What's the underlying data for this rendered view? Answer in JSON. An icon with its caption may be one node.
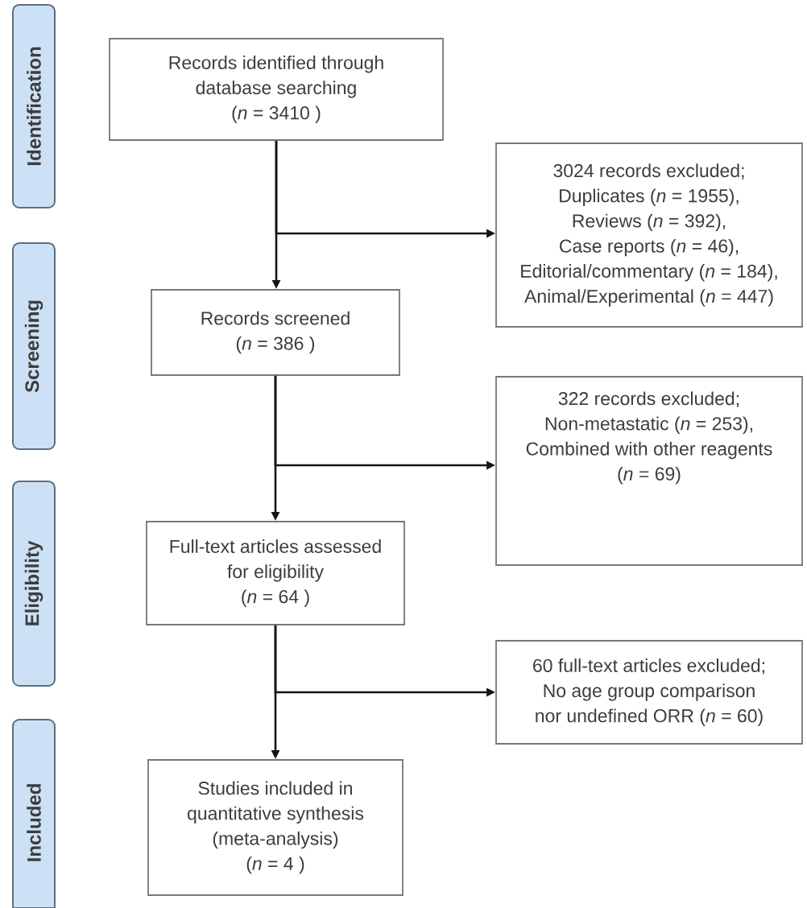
{
  "diagram": {
    "nodes": [
      {
        "text": [
          "Identification"
        ]
      },
      {
        "text": [
          "Records identified through database searching",
          "(*n* = 3410 )"
        ]
      },
      {
        "text": [
          "3024 records excluded;",
          "Duplicates (*n* = 1955),",
          "Reviews (*n* = 392),",
          "Case reports (*n* = 46),",
          "Editorial/commentary (*n* = 184),",
          "Animal/Experimental (*n* = 447)"
        ]
      },
      {
        "text": [
          "Screening"
        ]
      },
      {
        "text": [
          "Records screened",
          "(*n* = 386 )"
        ]
      },
      {
        "text": [
          "322 records excluded;",
          "Non-metastatic (*n* = 253),",
          "Combined with other reagents (*n* = 69)"
        ]
      },
      {
        "text": [
          "Eligibility"
        ]
      },
      {
        "text": [
          "Full-text articles assessed for eligibility",
          "(*n* = 64 )"
        ]
      },
      {
        "text": [
          "60 full-text articles excluded;",
          "No age group comparison nor undefined ORR (*n* = 60)"
        ]
      },
      {
        "text": [
          "Included"
        ]
      },
      {
        "text": [
          "Studies included in quantitative synthesis (meta-analysis)",
          "(*n* = 4 )"
        ]
      }
    ],
    "edges": [
      {
        "from": 1,
        "to": 4,
        "arrow": "to"
      },
      {
        "from": 1,
        "to": 2,
        "arrow": "to"
      },
      {
        "from": 4,
        "to": 7,
        "arrow": "to"
      },
      {
        "from": 4,
        "to": 5,
        "arrow": "to"
      },
      {
        "from": 7,
        "to": 10,
        "arrow": "to"
      },
      {
        "from": 7,
        "to": 8,
        "arrow": "to"
      }
    ]
  }
}
